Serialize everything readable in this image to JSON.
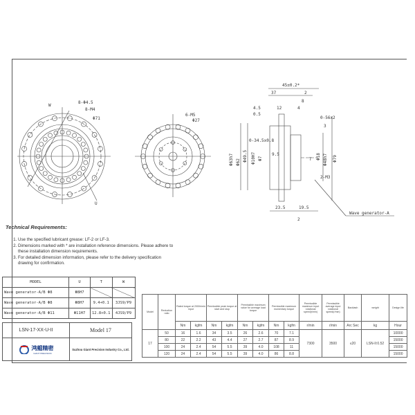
{
  "drawing": {
    "front_view": {
      "labels": [
        "W",
        "8-Φ4.5",
        "8-M4",
        "Φ71",
        "U"
      ]
    },
    "rear_view": {
      "labels": [
        "6-M5",
        "Φ27"
      ]
    },
    "section_view": {
      "labels": [
        "45±0.2*",
        "37",
        "2",
        "8",
        "4.5",
        "12",
        "4",
        "0.5",
        "0-56x2",
        "3",
        "0-34.5x0.8",
        "Φ63h7",
        "Φ62",
        "Φ49.5",
        "Φ10H7",
        "Φ7",
        "9.5",
        "T",
        "Φ18",
        "Φ48h7",
        "Φ79",
        "2-M3",
        "23.5",
        "19.5",
        "2"
      ],
      "callout": "Wave generator-A"
    }
  },
  "requirements": {
    "title": "Technical Requirements:",
    "items": [
      "Use the specified lubricant grease: LF-2 or LF-3.",
      "Dimensions marked with * are installation reference dimensions. Please adhere to these installation dimension requirements.",
      "For detailed dimension information, please refer to the delivery specification drawing for confirmation."
    ]
  },
  "options_table": {
    "headers": [
      "MODEL",
      "U",
      "T",
      "W"
    ],
    "rows": [
      [
        "Wave generator-A/B Φ8",
        "Φ8H7",
        "",
        ""
      ],
      [
        "Wave generator-A/B Φ8",
        "Φ8H7",
        "9.4+0.1",
        "3JS9/P9"
      ],
      [
        "Wave generator-A/B Φ11",
        "Φ11H7",
        "12.8+0.1",
        "4JS9/P9"
      ]
    ]
  },
  "title_block": {
    "part_no": "LSN-17-XX-U-II",
    "model": "Model 17",
    "logo_cn": "鸿鲲精密",
    "logo_en": "GIANT PRECISION",
    "company": "Suzhou Giant Precision Industry Co., Ltd."
  },
  "spec_table": {
    "headers": [
      "Model",
      "Reduction ratio",
      "Rated torque at 2000r/min input",
      "Permissible peak torque at start and stop",
      "Permissible maximum value for average load torque",
      "Permissible maximum momentary torque",
      "Permissible maximum input rotational speed(r/min)",
      "Permissible average input rotational speed(r/min)",
      "Backlash",
      "weight",
      "Design life"
    ],
    "units": [
      "Nm",
      "kgfm",
      "Nm",
      "kgfm",
      "Nm",
      "kgfm",
      "Nm",
      "kgfm",
      "r/min",
      "r/min",
      "Arc Sec",
      "kg",
      "Hour"
    ],
    "model": "17",
    "max_speed": "7300",
    "avg_speed": "3500",
    "backlash": "≤20",
    "weight": "LSN-II:0.52",
    "rows": [
      [
        "50",
        "16",
        "1.6",
        "34",
        "3.5",
        "26",
        "2.6",
        "70",
        "7.1",
        "10000"
      ],
      [
        "80",
        "22",
        "2.2",
        "43",
        "4.4",
        "27",
        "2.7",
        "87",
        "8.9",
        "15000"
      ],
      [
        "100",
        "24",
        "2.4",
        "54",
        "5.5",
        "39",
        "4.0",
        "108",
        "11",
        "15000"
      ],
      [
        "120",
        "24",
        "2.4",
        "54",
        "5.5",
        "39",
        "4.0",
        "86",
        "8.8",
        "15000"
      ]
    ]
  }
}
